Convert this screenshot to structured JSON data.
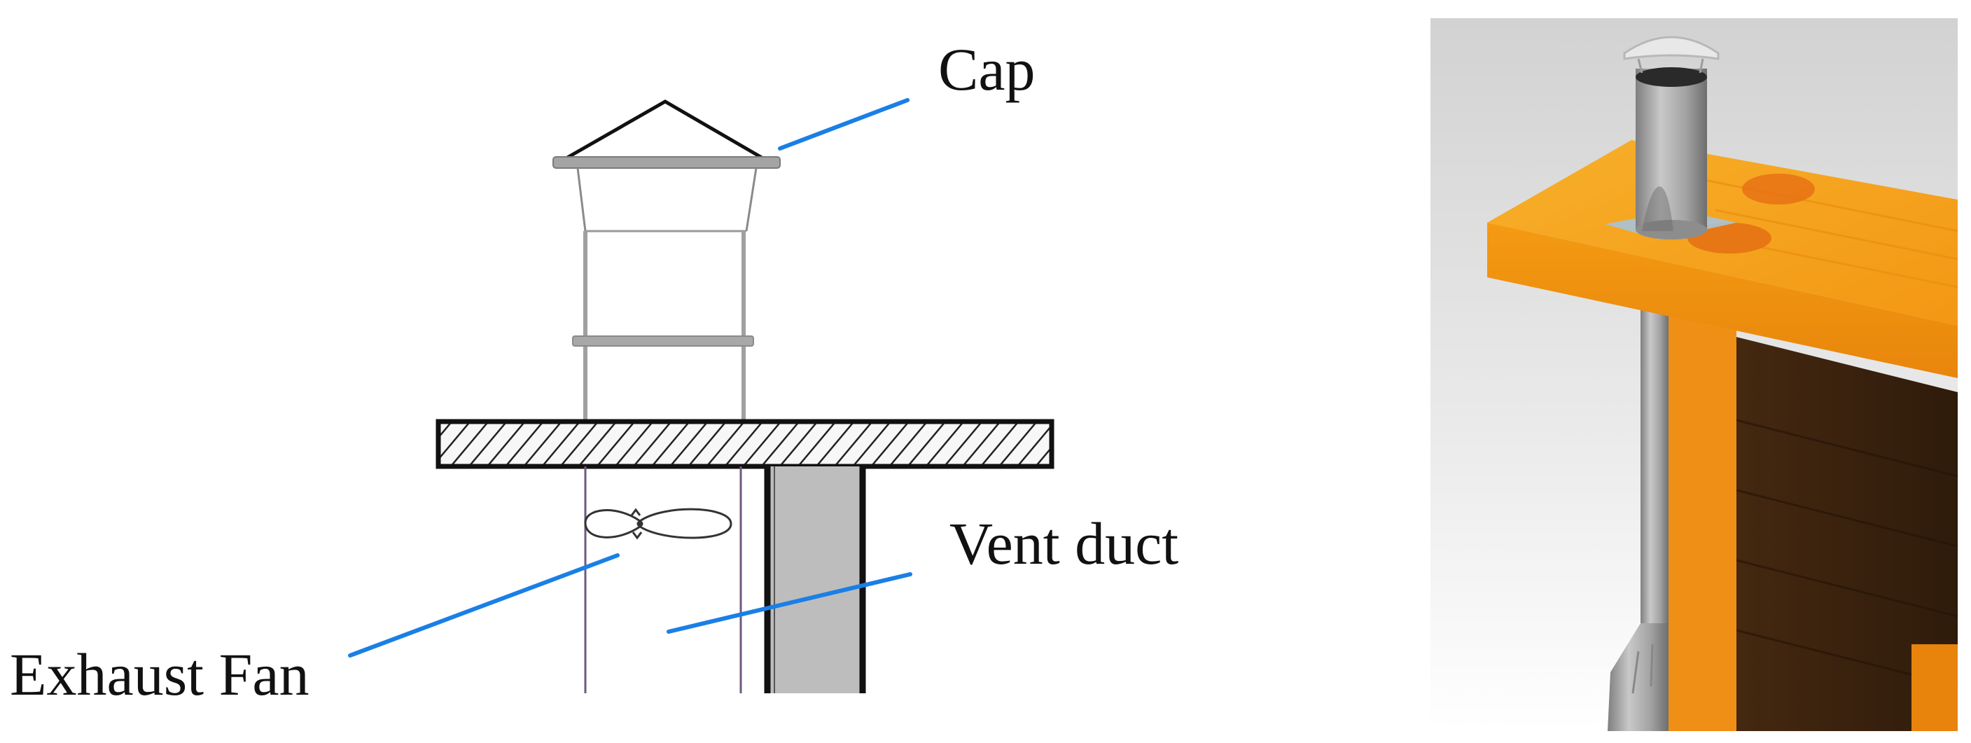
{
  "diagram": {
    "labels": {
      "cap": "Cap",
      "vent_duct": "Vent duct",
      "exhaust_fan": "Exhaust Fan"
    },
    "colors": {
      "leader_line": "#1a7fe6",
      "line_art": "#111111",
      "duct_fill": "#bdbdbd",
      "roof_orange": "#f29a17",
      "roof_orange_dark": "#e07d10",
      "wall_dark": "#3d2512",
      "pipe_gray": "#9e9e9e",
      "background_gray": "#dcdcdc"
    },
    "icons": {
      "fan": "fan-blade-icon",
      "cap": "chimney-cap-icon"
    }
  }
}
